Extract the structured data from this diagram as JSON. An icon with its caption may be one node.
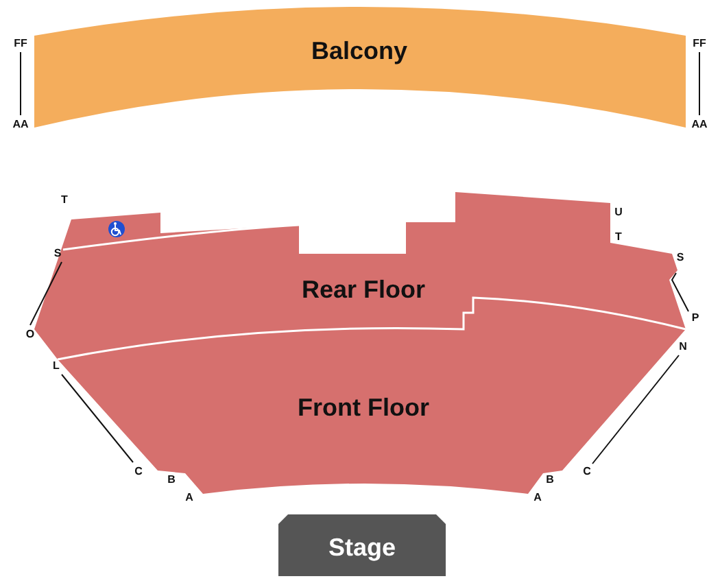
{
  "diagram": {
    "nodes": [
      {
        "text": [
          "Balcony"
        ]
      },
      {
        "text": [
          "Rear Floor"
        ]
      },
      {
        "text": [
          "Front Floor"
        ]
      },
      {
        "text": [
          "Stage"
        ]
      }
    ],
    "edges": [],
    "labels": [
      "FF",
      "FF",
      "AA",
      "AA",
      "T",
      "U",
      "T",
      "S",
      "S",
      "P",
      "O",
      "N",
      "L",
      "C",
      "C",
      "B",
      "B",
      "A",
      "A"
    ]
  }
}
